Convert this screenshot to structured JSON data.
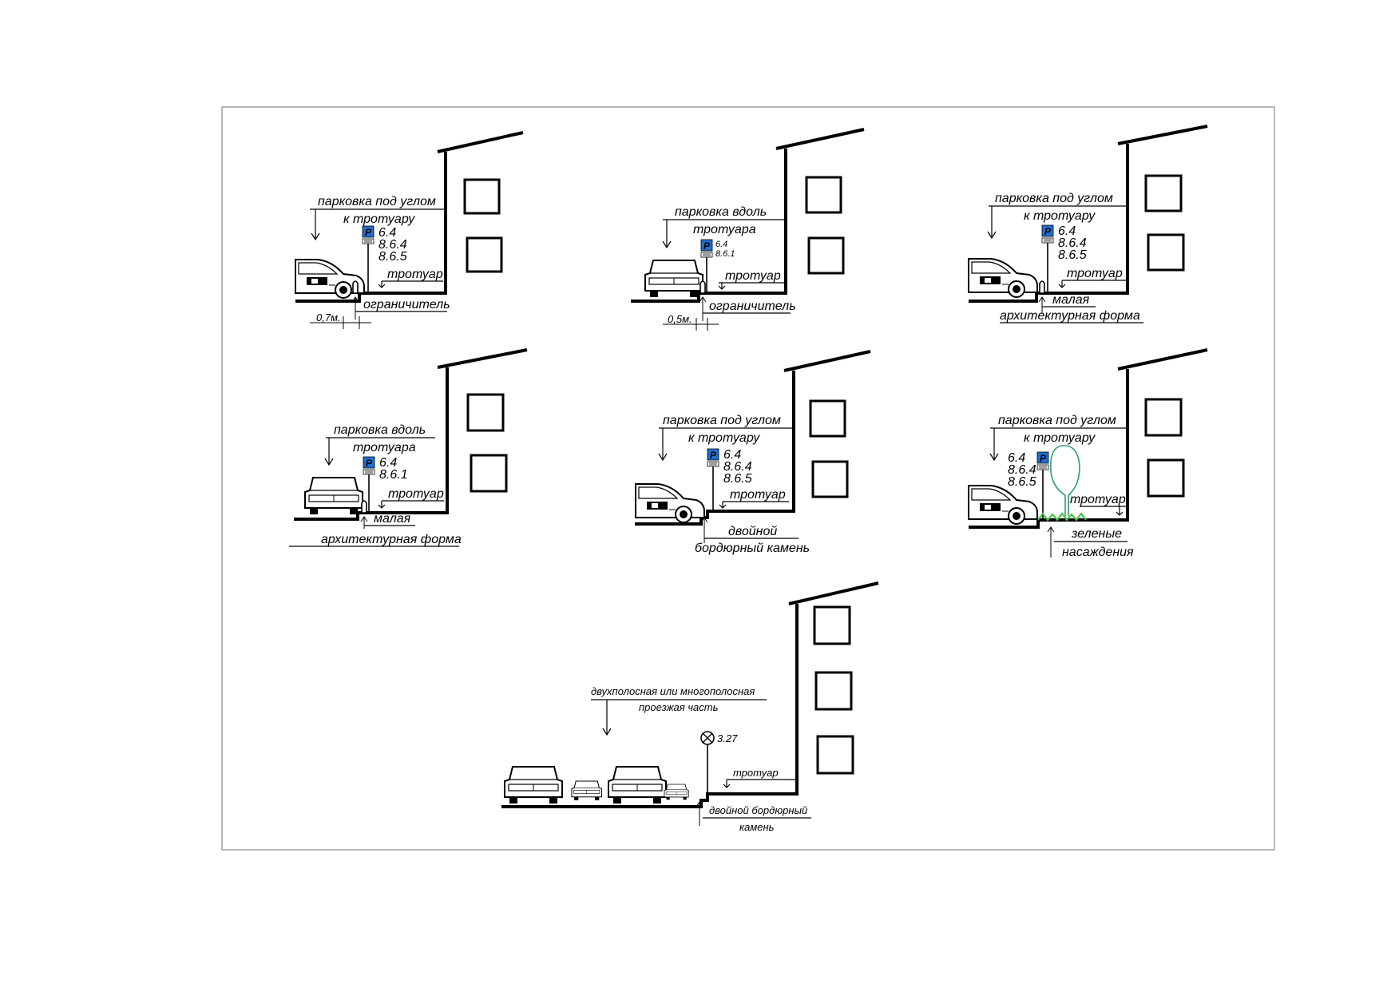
{
  "diagrams": [
    {
      "id": "d1",
      "parking_label": [
        "парковка под углом",
        "к тротуару"
      ],
      "sign_codes": [
        "6.4",
        "8.6.4",
        "8.6.5"
      ],
      "sign_letter": "P",
      "sidewalk_label": "тротуар",
      "element_label": [
        "ограничитель"
      ],
      "dimension": "0,7м."
    },
    {
      "id": "d2",
      "parking_label": [
        "парковка вдоль",
        "тротуара"
      ],
      "sign_codes": [
        "6.4",
        "8.6.1"
      ],
      "sign_letter": "P",
      "sidewalk_label": "тротуар",
      "element_label": [
        "ограничитель"
      ],
      "dimension": "0,5м."
    },
    {
      "id": "d3",
      "parking_label": [
        "парковка под углом",
        "к тротуару"
      ],
      "sign_codes": [
        "6.4",
        "8.6.4",
        "8.6.5"
      ],
      "sign_letter": "P",
      "sidewalk_label": "тротуар",
      "element_label": [
        "малая",
        "архитектурная форма"
      ]
    },
    {
      "id": "d4",
      "parking_label": [
        "парковка вдоль",
        "тротуара"
      ],
      "sign_codes": [
        "6.4",
        "8.6.1"
      ],
      "sign_letter": "P",
      "sidewalk_label": "тротуар",
      "element_label": [
        "малая",
        "архитектурная форма"
      ]
    },
    {
      "id": "d5",
      "parking_label": [
        "парковка под углом",
        "к тротуару"
      ],
      "sign_codes": [
        "6.4",
        "8.6.4",
        "8.6.5"
      ],
      "sign_letter": "P",
      "sidewalk_label": "тротуар",
      "element_label": [
        "двойной",
        "бордюрный камень"
      ]
    },
    {
      "id": "d6",
      "parking_label": [
        "парковка под углом",
        "к тротуару"
      ],
      "sign_codes": [
        "6.4",
        "8.6.4",
        "8.6.5"
      ],
      "sign_letter": "P",
      "sidewalk_label": "тротуар",
      "element_label": [
        "зеленые",
        "насаждения"
      ]
    },
    {
      "id": "d7",
      "road_label": [
        "двухполосная или многополосная",
        "проезжая часть"
      ],
      "sign_code": "3.27",
      "sidewalk_label": "тротуар",
      "element_label": [
        "двойной бордюрный",
        "камень"
      ]
    }
  ],
  "colors": {
    "line": "#000000",
    "sign_blue": "#1f6fd0",
    "tree": "#2e9e6e",
    "grass": "#3cbf3c",
    "frame": "#8a8a8a"
  }
}
